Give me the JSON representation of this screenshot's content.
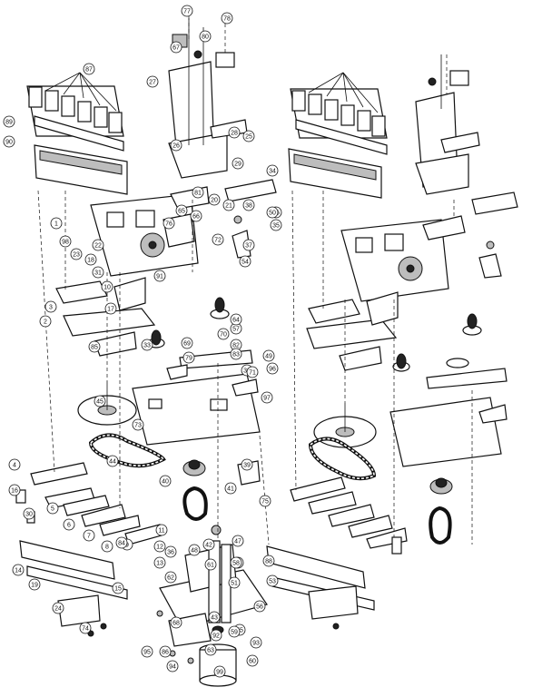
{
  "callouts": [
    "1",
    "2",
    "3",
    "4",
    "5",
    "6",
    "7",
    "8",
    "9",
    "10",
    "11",
    "12",
    "13",
    "14",
    "15",
    "16",
    "17",
    "18",
    "19",
    "20",
    "21",
    "22",
    "23",
    "24",
    "25",
    "26",
    "27",
    "28",
    "29",
    "30",
    "31",
    "32",
    "33",
    "34",
    "35",
    "36",
    "37",
    "38",
    "39",
    "40",
    "41",
    "42",
    "43",
    "44",
    "45",
    "46",
    "47",
    "48",
    "49",
    "50",
    "51",
    "52",
    "53",
    "54",
    "55",
    "56",
    "57",
    "58",
    "59",
    "60",
    "61",
    "62",
    "63",
    "64",
    "65",
    "66",
    "67",
    "68",
    "69",
    "70",
    "71",
    "72",
    "73",
    "74",
    "75",
    "76",
    "77",
    "78",
    "79",
    "80",
    "81",
    "82",
    "83",
    "84",
    "85",
    "86",
    "87",
    "88",
    "89",
    "90",
    "91",
    "92",
    "93",
    "94",
    "95",
    "96",
    "97",
    "98",
    "99"
  ]
}
